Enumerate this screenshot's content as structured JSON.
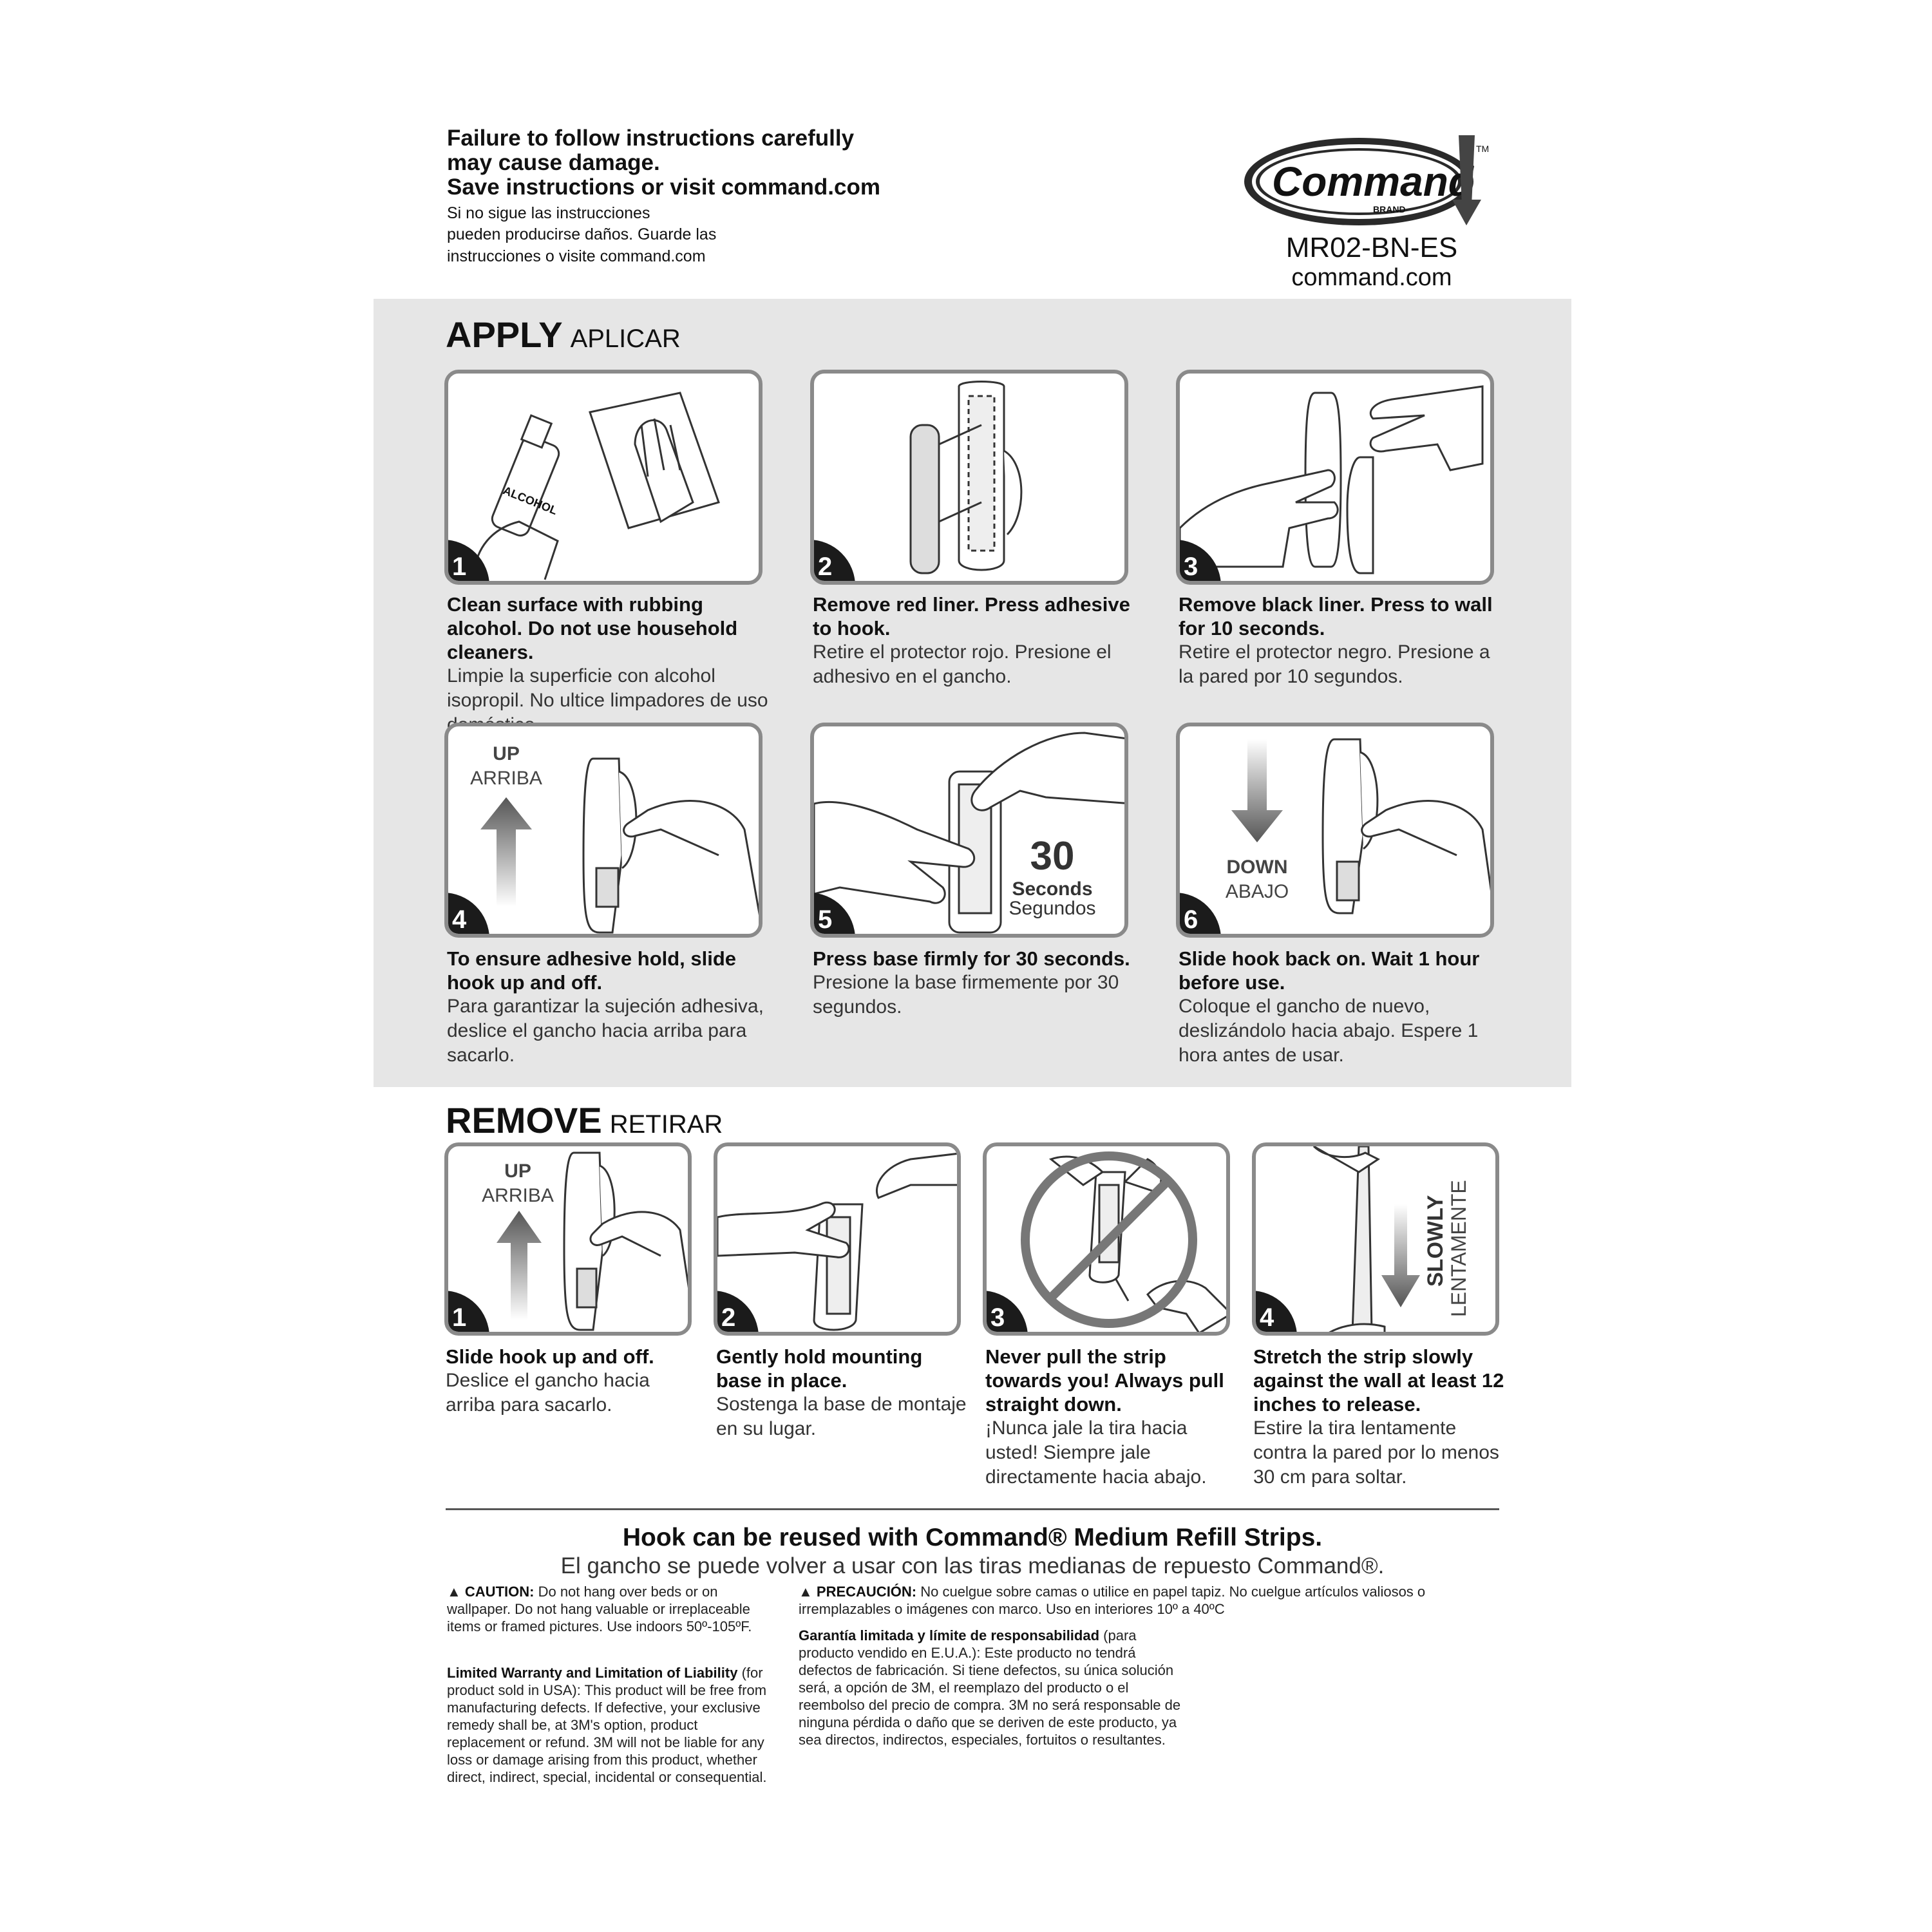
{
  "header": {
    "warning_en": [
      "Failure to follow instructions carefully",
      "may cause damage.",
      "Save instructions or visit command.com"
    ],
    "warning_es": [
      "Si no sigue las instrucciones",
      "pueden producirse daños. Guarde las",
      "instrucciones o visite command.com"
    ],
    "logo_text": "Command",
    "logo_brand": "BRAND",
    "logo_tm": "TM",
    "model_code": "MR02-BN-ES",
    "website": "command.com"
  },
  "apply": {
    "title": "APPLY",
    "subtitle": "APLICAR",
    "steps": [
      {
        "num": "1",
        "en": "Clean surface with rubbing alcohol. Do not use household cleaners.",
        "es": "Limpie la superficie con alcohol isopropil. No ultice limpadores de uso doméstico.",
        "label": "ALCOHOL"
      },
      {
        "num": "2",
        "en": "Remove red liner. Press adhesive to hook.",
        "es": "Retire el protector rojo. Presione el adhesivo en el gancho."
      },
      {
        "num": "3",
        "en": "Remove black liner. Press to wall for 10 seconds.",
        "es": "Retire el protector negro. Presione a la pared por 10 segundos."
      },
      {
        "num": "4",
        "en": "To ensure adhesive hold, slide hook up and off.",
        "es": "Para garantizar la sujeción adhesiva, deslice el gancho hacia arriba para sacarlo.",
        "label_top": "UP",
        "label_bottom": "ARRIBA"
      },
      {
        "num": "5",
        "en": "Press base firmly for 30 seconds.",
        "es": "Presione la base firmemente por 30 segundos.",
        "label_num": "30",
        "label_top": "Seconds",
        "label_bottom": "Segundos"
      },
      {
        "num": "6",
        "en": "Slide hook back on. Wait 1 hour before use.",
        "es": "Coloque el gancho de nuevo, deslizándolo hacia abajo. Espere 1 hora antes de usar.",
        "label_top": "DOWN",
        "label_bottom": "ABAJO"
      }
    ]
  },
  "remove": {
    "title": "REMOVE",
    "subtitle": "RETIRAR",
    "steps": [
      {
        "num": "1",
        "en": "Slide hook up and off.",
        "es": "Deslice el gancho hacia arriba para sacarlo.",
        "label_top": "UP",
        "label_bottom": "ARRIBA"
      },
      {
        "num": "2",
        "en": "Gently hold mounting base in place.",
        "es": "Sostenga la base de montaje en su lugar."
      },
      {
        "num": "3",
        "en": "Never pull the strip towards you! Always pull straight down.",
        "es": "¡Nunca jale la tira hacia usted! Siempre jale directamente hacia abajo."
      },
      {
        "num": "4",
        "en": "Stretch the strip slowly against the wall at least 12 inches to release.",
        "es": "Estire la tira lentamente contra la pared por lo menos 30 cm para soltar.",
        "label_top": "SLOWLY",
        "label_bottom": "LENTAMENTE"
      }
    ]
  },
  "reuse": {
    "en": "Hook can be reused with Command® Medium Refill Strips.",
    "es": "El gancho se puede volver a usar con las tiras medianas de repuesto Command®."
  },
  "fine_print": {
    "caution_en_label": "CAUTION:",
    "caution_en": "Do not hang over beds or on wallpaper. Do not hang valuable or irreplaceable items or framed pictures. Use indoors 50º-105ºF.",
    "warranty_en_label": "Limited Warranty and Limitation of Liability",
    "warranty_en": "(for product sold in USA): This product will be free from manufacturing defects. If defective, your exclusive remedy shall be, at 3M's option, product replacement or refund. 3M will not be liable for any loss or damage arising from this product, whether direct, indirect, special, incidental or consequential.",
    "caution_es_label": "PRECAUCIÓN:",
    "caution_es": "No cuelgue sobre camas o utilice en papel tapiz. No cuelgue artículos valiosos o irremplazables o imágenes con marco. Uso en interiores 10º a 40ºC",
    "warranty_es_label": "Garantía limitada y límite de responsabilidad",
    "warranty_es": "(para producto vendido en E.U.A.): Este producto no tendrá defectos de fabricación. Si tiene defectos, su única solución será, a opción de 3M, el reemplazo del producto o el reembolso del precio de compra. 3M no será responsable de ninguna pérdida o daño que se deriven de este producto, ya sea directos, indirectos, especiales, fortuitos o resultantes."
  },
  "colors": {
    "panel_bg": "#e6e6e6",
    "border": "#8a8a8a",
    "badge": "#1b1b1b"
  }
}
